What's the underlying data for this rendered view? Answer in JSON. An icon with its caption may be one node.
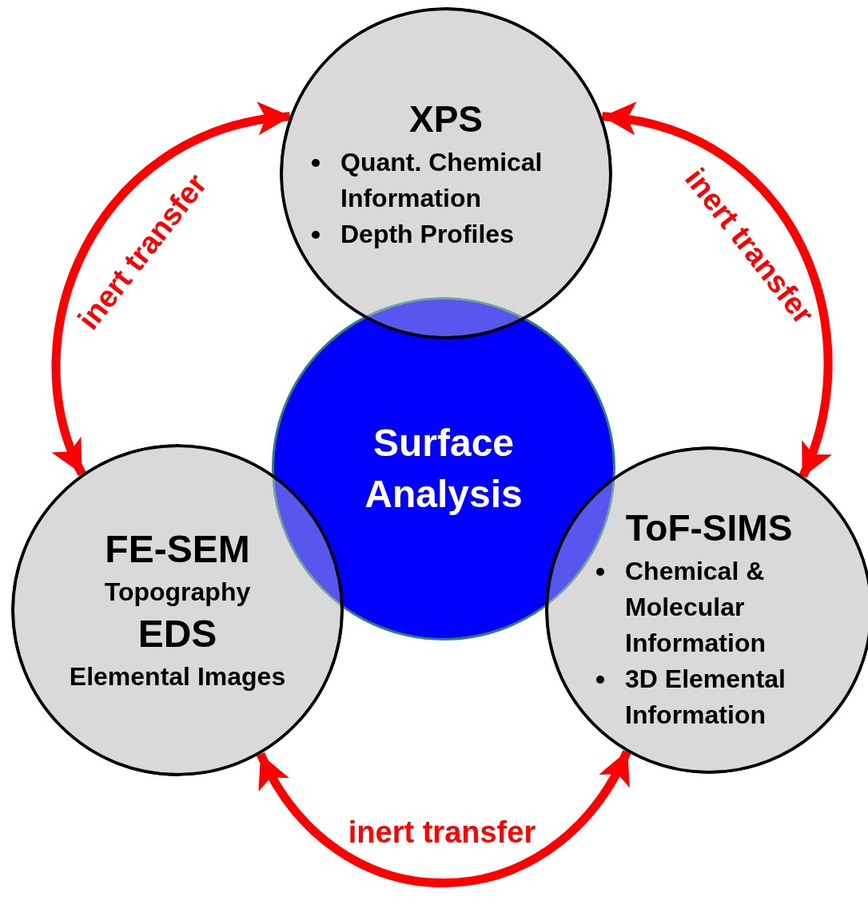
{
  "diagram": {
    "nodes": [
      {
        "text": [
          "XPS",
          "Quant.  Chemical Information",
          "Depth Profiles"
        ]
      },
      {
        "text": [
          "Surface Analysis"
        ]
      },
      {
        "text": [
          "FE-SEM",
          "Topography",
          "EDS",
          "Elemental Images"
        ]
      },
      {
        "text": [
          "ToF-SIMS",
          "Chemical & Molecular Information",
          "3D Elemental Information"
        ]
      }
    ],
    "edges": [
      {
        "from": 2,
        "to": 0,
        "arrow": "both",
        "label": "inert transfer"
      },
      {
        "from": 0,
        "to": 3,
        "arrow": "both",
        "label": "inert transfer"
      },
      {
        "from": 2,
        "to": 3,
        "arrow": "both",
        "label": "inert transfer"
      }
    ]
  }
}
